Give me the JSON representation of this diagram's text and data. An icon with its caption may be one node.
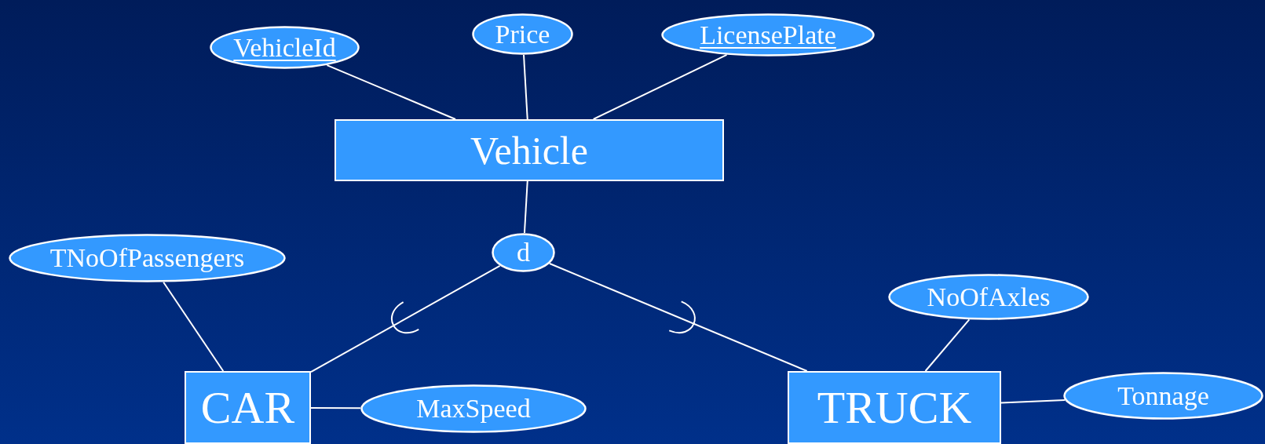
{
  "diagram": {
    "nodes": [
      {
        "text": [
          "Vehicle"
        ]
      },
      {
        "text": [
          "VehicleId"
        ]
      },
      {
        "text": [
          "Price"
        ]
      },
      {
        "text": [
          "LicensePlate"
        ]
      },
      {
        "text": [
          "d"
        ]
      },
      {
        "text": [
          "TNoOfPassengers"
        ]
      },
      {
        "text": [
          "CAR"
        ]
      },
      {
        "text": [
          "MaxSpeed"
        ]
      },
      {
        "text": [
          "TRUCK"
        ]
      },
      {
        "text": [
          "NoOfAxles"
        ]
      },
      {
        "text": [
          "Tonnage"
        ]
      }
    ],
    "edges": [
      {
        "from": 1,
        "to": 0,
        "arrow": "none"
      },
      {
        "from": 2,
        "to": 0,
        "arrow": "none"
      },
      {
        "from": 3,
        "to": 0,
        "arrow": "none"
      },
      {
        "from": 0,
        "to": 4,
        "arrow": "none"
      },
      {
        "from": 4,
        "to": 6,
        "arrow": "none"
      },
      {
        "from": 4,
        "to": 8,
        "arrow": "none"
      },
      {
        "from": 5,
        "to": 6,
        "arrow": "none"
      },
      {
        "from": 6,
        "to": 7,
        "arrow": "none"
      },
      {
        "from": 9,
        "to": 8,
        "arrow": "none"
      },
      {
        "from": 8,
        "to": 10,
        "arrow": "none"
      }
    ]
  }
}
